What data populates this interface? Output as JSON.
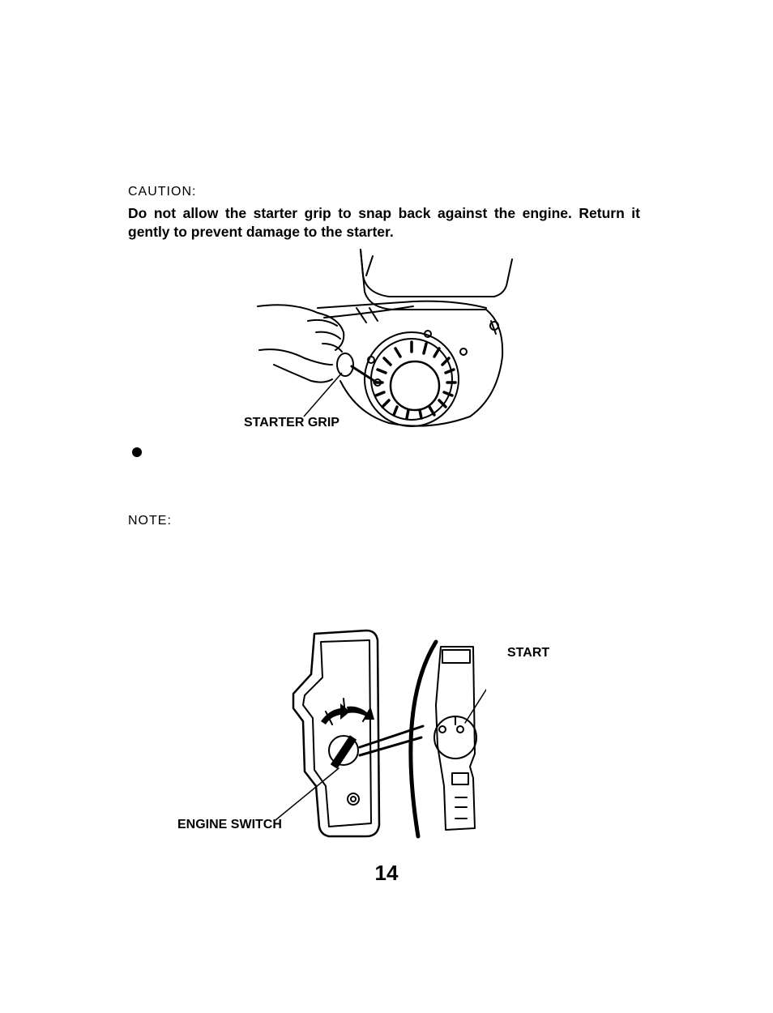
{
  "caution": {
    "label": "CAUTION",
    "text": "Do not allow the starter grip to snap back against the engine. Return it gently to prevent damage to the starter."
  },
  "figure1": {
    "starter_grip_label": "STARTER GRIP"
  },
  "bullet_item": {
    "text": ""
  },
  "note": {
    "label": "NOTE"
  },
  "figure2": {
    "start_label": "START",
    "engine_switch_label": "ENGINE SWITCH"
  },
  "page_number": "14"
}
